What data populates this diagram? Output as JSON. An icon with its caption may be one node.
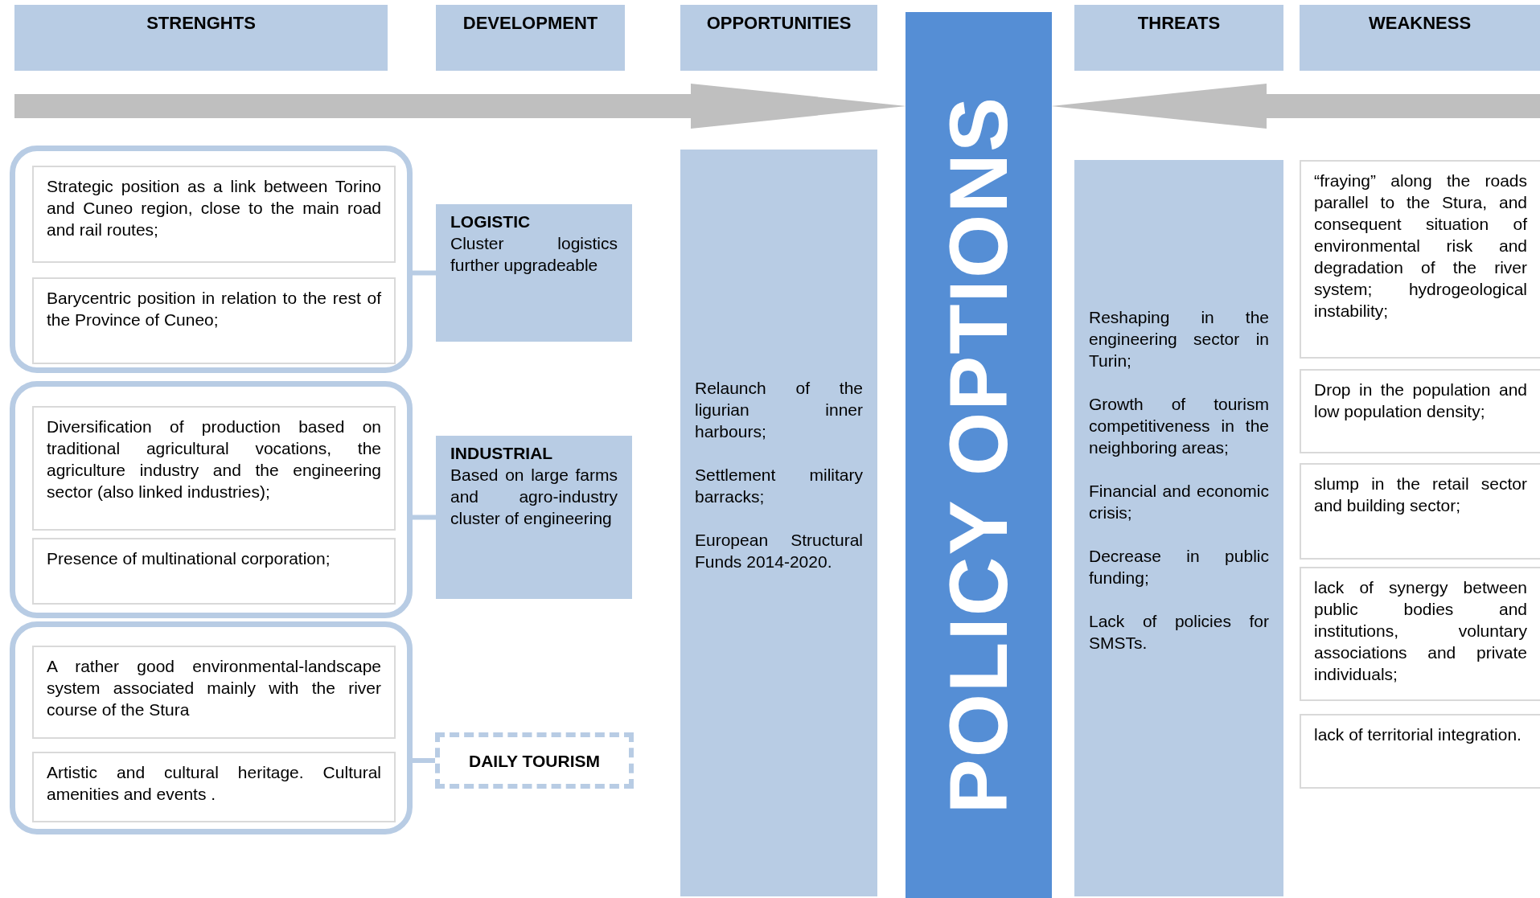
{
  "diagram": {
    "nodes": [
      {
        "text": [
          "STRENGHTS"
        ]
      },
      {
        "text": [
          "DEVELOPMENT"
        ]
      },
      {
        "text": [
          "OPPORTUNITIES"
        ]
      },
      {
        "text": [
          "POLICY OPTIONS"
        ]
      },
      {
        "text": [
          "THREATS"
        ]
      },
      {
        "text": [
          "WEAKNESS"
        ]
      },
      {
        "text": [],
        "shape": "box"
      },
      {
        "text": [
          "Strategic position as a link between Torino and Cuneo region, close to the main road and rail routes;"
        ],
        "in": 6
      },
      {
        "text": [
          "Barycentric position in relation to the rest of the Province of Cuneo;"
        ],
        "in": 6
      },
      {
        "text": [],
        "shape": "box"
      },
      {
        "text": [
          "Diversification of production based on traditional agricultural vocations, the agriculture industry and the engineering sector (also linked industries);"
        ],
        "in": 9
      },
      {
        "text": [
          "Presence of multinational corporation;"
        ],
        "in": 9
      },
      {
        "text": [],
        "shape": "box"
      },
      {
        "text": [
          "A rather good environmental-landscape system associated mainly with the river course of the Stura"
        ],
        "in": 12
      },
      {
        "text": [
          "Artistic and cultural heritage. Cultural amenities and events ."
        ],
        "in": 12
      },
      {
        "text": [
          "LOGISTIC",
          "Cluster logistics further upgradeable"
        ]
      },
      {
        "text": [
          "INDUSTRIAL",
          "Based on large farms and agro-industry cluster of engineering"
        ]
      },
      {
        "text": [
          "DAILY TOURISM"
        ]
      },
      {
        "text": [
          "Relaunch of the ligurian inner harbours;",
          "Settlement military barracks;",
          "European Structural Funds 2014-2020."
        ]
      },
      {
        "text": [
          "Reshaping in the engineering sector in Turin;",
          "Growth of tourism competitiveness in the neighboring areas;",
          "Financial and economic crisis;",
          "Decrease in public funding;",
          "Lack of policies for SMSTs."
        ]
      },
      {
        "text": [
          "“fraying” along the roads parallel to the Stura, and consequent situation of environmental risk and degradation of the river system; hydrogeological instability;"
        ]
      },
      {
        "text": [
          "Drop in the population and low population density;"
        ]
      },
      {
        "text": [
          "slump in the retail sector and building sector;"
        ]
      },
      {
        "text": [
          "lack of synergy between public bodies and institutions, voluntary associations and private individuals;"
        ]
      },
      {
        "text": [
          "lack of territorial integration."
        ]
      }
    ],
    "edges": [
      {
        "from": null,
        "to": 3,
        "arrow": "to",
        "style": "thick",
        "color": "#bfbfbf"
      },
      {
        "from": null,
        "to": 3,
        "arrow": "to",
        "style": "thick",
        "color": "#bfbfbf"
      },
      {
        "from": 6,
        "to": 15,
        "arrow": "none"
      },
      {
        "from": 9,
        "to": 16,
        "arrow": "none"
      },
      {
        "from": 12,
        "to": 17,
        "arrow": "none"
      }
    ]
  }
}
